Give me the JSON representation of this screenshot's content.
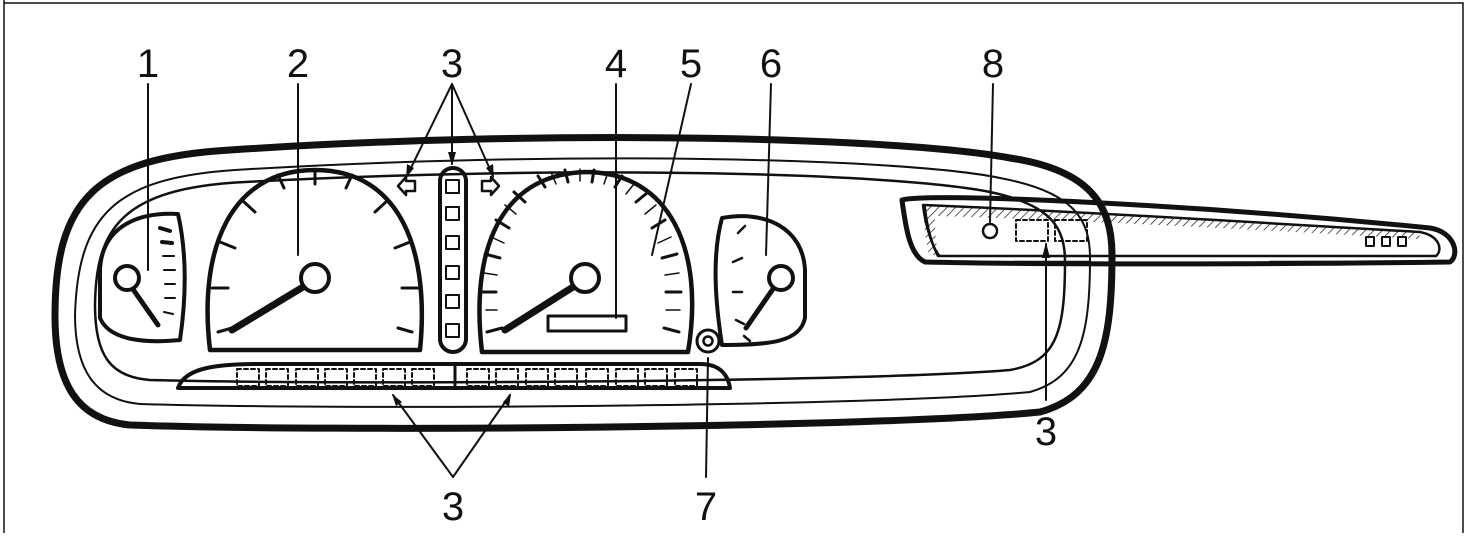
{
  "colors": {
    "ink": "#111111",
    "paper": "#ffffff"
  },
  "callouts": {
    "n1": "1",
    "n2": "2",
    "n3_top": "3",
    "n4": "4",
    "n5": "5",
    "n6": "6",
    "n3_bottom": "3",
    "n7": "7",
    "n8": "8",
    "n3_side": "3"
  },
  "icons": [
    "turn-left-arrow-icon",
    "turn-right-arrow-icon",
    "reset-knob-icon",
    "side-indicator-light-icon"
  ]
}
